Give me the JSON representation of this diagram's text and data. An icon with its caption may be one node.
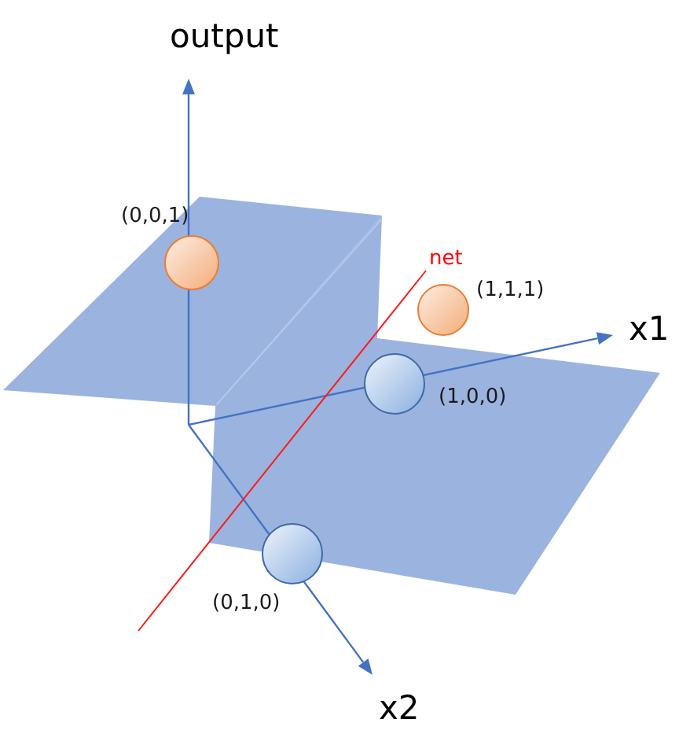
{
  "diagram": {
    "nodes": [
      {
        "text": [],
        "shape": "circle",
        "beside": [
          "(0,0,1)"
        ]
      },
      {
        "text": [],
        "shape": "circle",
        "beside": [
          "(1,1,1)"
        ]
      },
      {
        "text": [],
        "shape": "circle",
        "beside": [
          "(1,0,0)"
        ]
      },
      {
        "text": [],
        "shape": "circle",
        "beside": [
          "(0,1,0)"
        ]
      }
    ],
    "labels": [
      "output",
      "net",
      "x1",
      "x2"
    ]
  }
}
